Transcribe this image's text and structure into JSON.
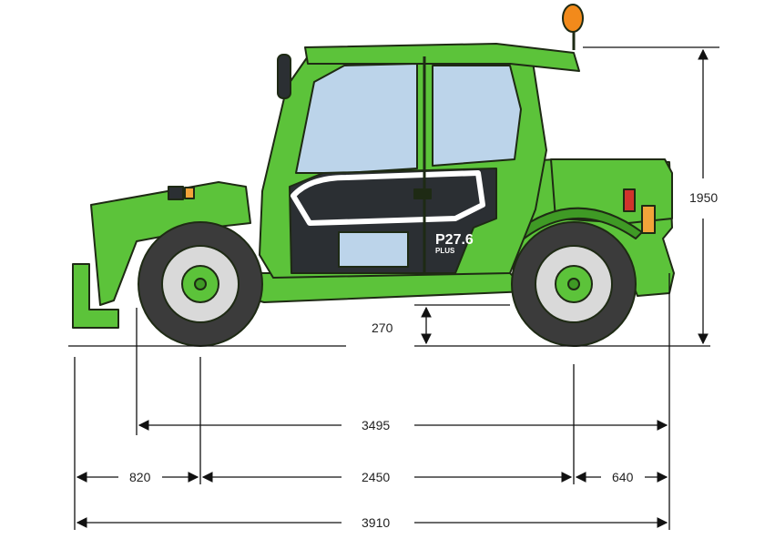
{
  "colors": {
    "body": "#5cc33a",
    "body_dark": "#3f9a25",
    "outline": "#1e2a14",
    "glass": "#bcd4ea",
    "tire": "#3b3b3b",
    "rim": "#d9d9d9",
    "hub": "#5cc33a",
    "beacon": "#f28a1b",
    "dim_line": "#111111"
  },
  "vehicle": {
    "model_label": "P27.6",
    "model_sublabel": "PLUS"
  },
  "dimensions": {
    "height": "1950",
    "ground_clearance": "270",
    "length_without_forks": "3495",
    "front_overhang": "820",
    "wheelbase": "2450",
    "rear_overhang": "640",
    "overall_length": "3910"
  }
}
